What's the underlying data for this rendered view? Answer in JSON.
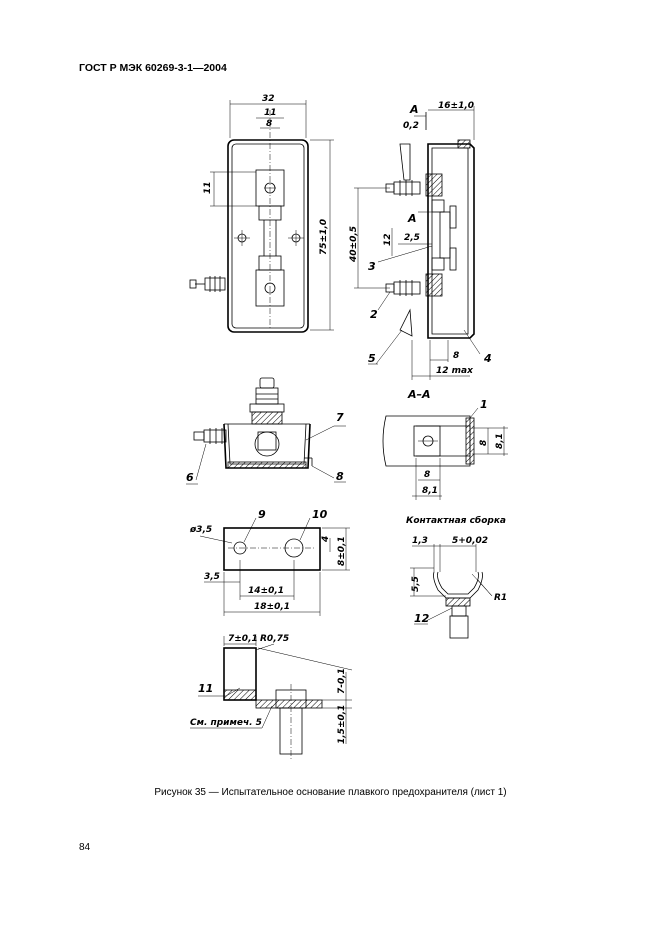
{
  "header": {
    "title": "ГОСТ Р МЭК 60269-3-1—2004"
  },
  "caption": "Рисунок 35 — Испытательное основание плавкого предохранителя (лист 1)",
  "page_number": "84",
  "drawing": {
    "front_view": {
      "dim_width": "32",
      "dim_inner": "11",
      "dim_slot": "8",
      "dim_side": "11",
      "dim_height": "75±1,0"
    },
    "side_view": {
      "section_mark_top": "А",
      "dim_gap": "0,2",
      "dim_depth": "16±1,0",
      "section_mark_bottom": "А",
      "dim_pitch": "40±0,5",
      "dim_12": "12",
      "dim_25": "2,5",
      "dim_8": "8",
      "dim_12max": "12 max",
      "labels": [
        "3",
        "2",
        "5",
        "4"
      ]
    },
    "bottom_view": {
      "labels": [
        "7",
        "6",
        "8"
      ]
    },
    "section_aa": {
      "title": "А–А",
      "label": "1",
      "dim_8a": "8",
      "dim_81a": "8,1",
      "dim_8b": "8",
      "dim_81b": "8,1"
    },
    "plate": {
      "dim_hole": "ø3,5",
      "label_9": "9",
      "label_10": "10",
      "dim_4": "4",
      "dim_8": "8±0,1",
      "dim_35": "3,5",
      "dim_14": "14±0,1",
      "dim_18": "18±0,1"
    },
    "contact": {
      "title": "Контактная сборка",
      "dim_13": "1,3",
      "dim_5": "5+0,02",
      "dim_55": "5,5",
      "dim_r1": "R1",
      "label_12": "12"
    },
    "block": {
      "dim_7": "7±0,1",
      "dim_r": "R0,75",
      "label_11": "11",
      "dim_7b": "7-0,1",
      "note": "См. примеч. 5",
      "dim_15": "1,5±0,1"
    }
  }
}
